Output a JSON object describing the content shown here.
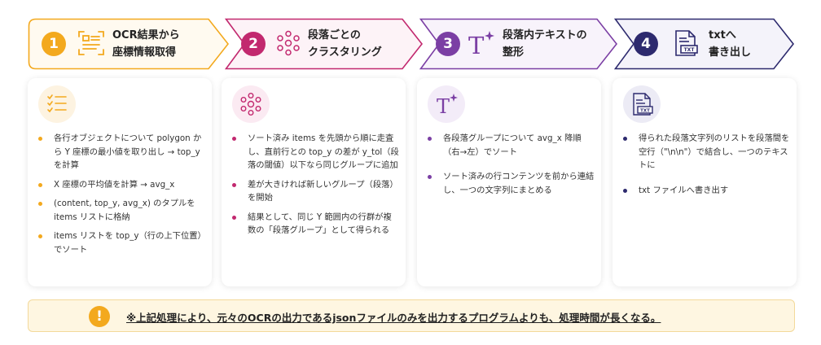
{
  "steps": [
    {
      "number": "1",
      "title_line1": "OCR結果から",
      "title_line2": "座標情報取得",
      "color": "#f3a91e",
      "bullets": [
        "各行オブジェクトについて polygon から Y 座標の最小値を取り出し → top_y を計算",
        "X 座標の平均値を計算 → avg_x",
        "(content, top_y, avg_x) のタプルを items リストに格納",
        "items リストを top_y（行の上下位置）でソート"
      ]
    },
    {
      "number": "2",
      "title_line1": "段落ごとの",
      "title_line2": "クラスタリング",
      "color": "#c2296f",
      "bullets": [
        "ソート済み items を先頭から順に走査し、直前行との top_y の差が y_tol（段落の閾値）以下なら同じグループに追加",
        "差が大きければ新しいグループ（段落）を開始",
        "結果として、同じ Y 範囲内の行群が複数の「段落グループ」として得られる"
      ]
    },
    {
      "number": "3",
      "title_line1": "段落内テキストの",
      "title_line2": "整形",
      "color": "#7b3fa4",
      "bullets": [
        "各段落グループについて avg_x 降順（右→左）でソート",
        "ソート済みの行コンテンツを前から連結し、一つの文字列にまとめる"
      ]
    },
    {
      "number": "4",
      "title_line1": "txtへ",
      "title_line2": "書き出し",
      "color": "#2d2a6e",
      "bullets": [
        "得られた段落文字列のリストを段落間を空行（\"\\n\\n\"）で結合し、一つのテキストに",
        "txt ファイルへ書き出す"
      ]
    }
  ],
  "note": {
    "icon": "!",
    "text": "※上記処理により、元々のOCRの出力であるjsonファイルのみを出力するプログラムよりも、処理時間が長くなる。"
  }
}
